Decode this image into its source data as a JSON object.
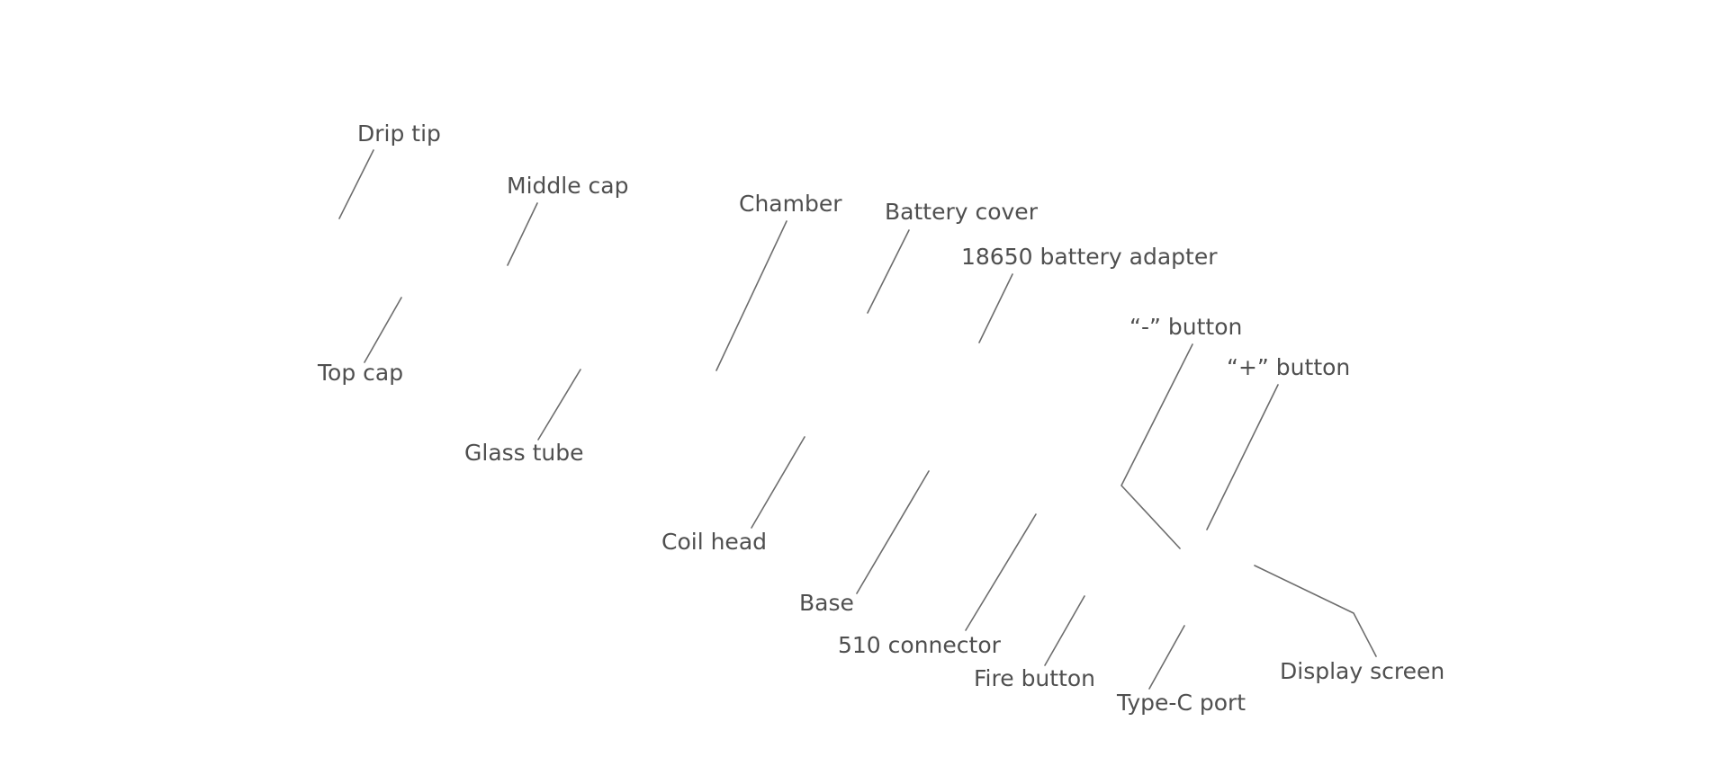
{
  "labels": {
    "drip_tip": "Drip tip",
    "middle_cap": "Middle cap",
    "chamber": "Chamber",
    "battery_cover": "Battery cover",
    "battery_adapter": "18650 battery adapter",
    "minus_button": "“-” button",
    "plus_button": "“+” button",
    "top_cap": "Top cap",
    "glass_tube": "Glass tube",
    "coil_head": "Coil head",
    "base": "Base",
    "connector_510": "510 connector",
    "fire_button": "Fire button",
    "type_c_port": "Type-C port",
    "display_screen": "Display screen"
  }
}
